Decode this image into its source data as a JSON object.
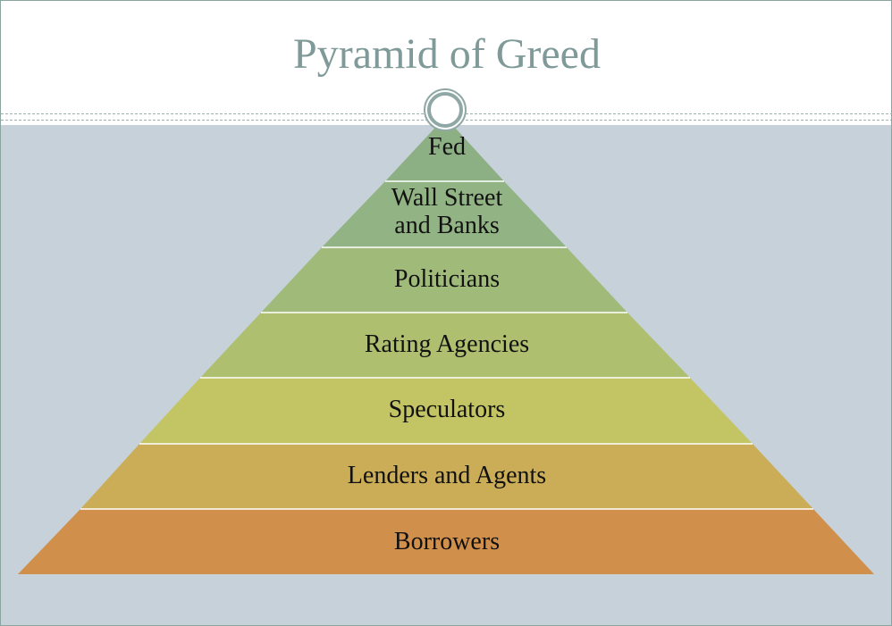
{
  "title": "Pyramid of Greed",
  "layers": [
    {
      "label": "Fed",
      "color": "#8daf84"
    },
    {
      "label_lines": [
        "Wall Street",
        "and Banks"
      ],
      "color": "#92b484"
    },
    {
      "label": "Politicians",
      "color": "#a0bb79"
    },
    {
      "label": "Rating Agencies",
      "color": "#aebf6f"
    },
    {
      "label": "Speculators",
      "color": "#c3c564"
    },
    {
      "label": "Lenders and Agents",
      "color": "#cbad58"
    },
    {
      "label": "Borrowers",
      "color": "#d0904c"
    }
  ],
  "colors": {
    "title": "#7f9a98",
    "background": "#c6d1d9",
    "separator": "#ffffff",
    "ornament": "#8fa8a6"
  }
}
